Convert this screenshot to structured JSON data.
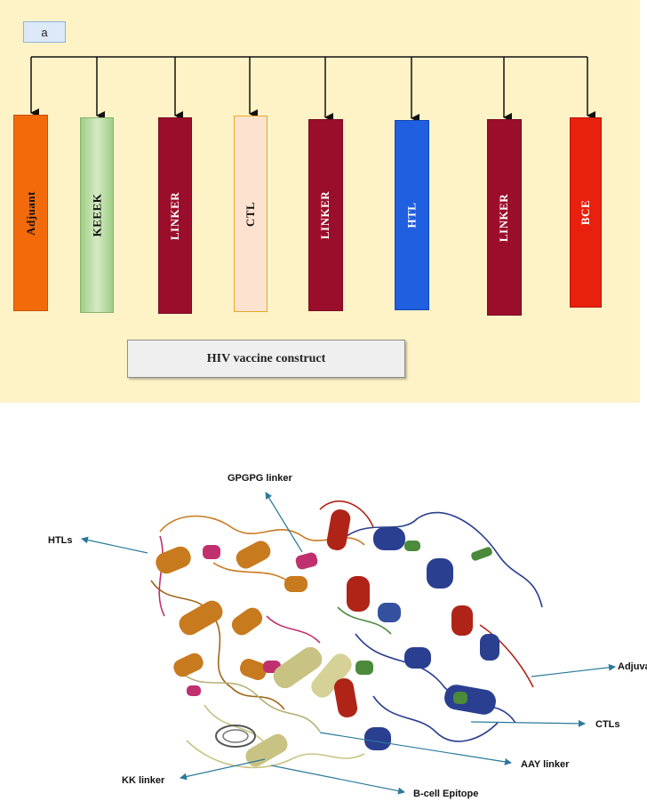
{
  "panel_a": {
    "tag": "a",
    "segments": [
      {
        "label": "Adjuant",
        "fill": "#f26a0a",
        "border": "#c65208",
        "text_color": "#111111"
      },
      {
        "label": "KEEEK",
        "fill": "#b8dba2",
        "border": "#86b56c",
        "text_color": "#111111"
      },
      {
        "label": "LINKER",
        "fill": "#9b0e2b",
        "border": "#7a0a22",
        "text_color": "#ffffff"
      },
      {
        "label": "CTL",
        "fill": "#fde3cf",
        "border": "#e3a928",
        "text_color": "#111111"
      },
      {
        "label": "LINKER",
        "fill": "#9b0e2b",
        "border": "#7a0a22",
        "text_color": "#ffffff"
      },
      {
        "label": "HTL",
        "fill": "#1f5fe0",
        "border": "#1546b0",
        "text_color": "#ffffff"
      },
      {
        "label": "LINKER",
        "fill": "#9b0e2b",
        "border": "#7a0a22",
        "text_color": "#ffffff"
      },
      {
        "label": "BCE",
        "fill": "#e8200e",
        "border": "#b8180a",
        "text_color": "#ffffff"
      }
    ],
    "caption": "HIV vaccine construct"
  },
  "panel_b": {
    "labels": {
      "gpgpg": "GPGPG linker",
      "htls": "HTLs",
      "adjuvant": "Adjuvant",
      "ctls": "CTLs",
      "aay": "AAY linker",
      "kk": "KK linker",
      "bcell": "B-cell Epitope"
    },
    "colors": {
      "htl": "#c87a1e",
      "adjuvant": "#b02418",
      "ctl": "#2a3f8f",
      "bcell": "#c9c383",
      "gpgpg": "#c0306f",
      "aay": "#4a8a3a",
      "arrow": "#2b7a9a"
    }
  }
}
